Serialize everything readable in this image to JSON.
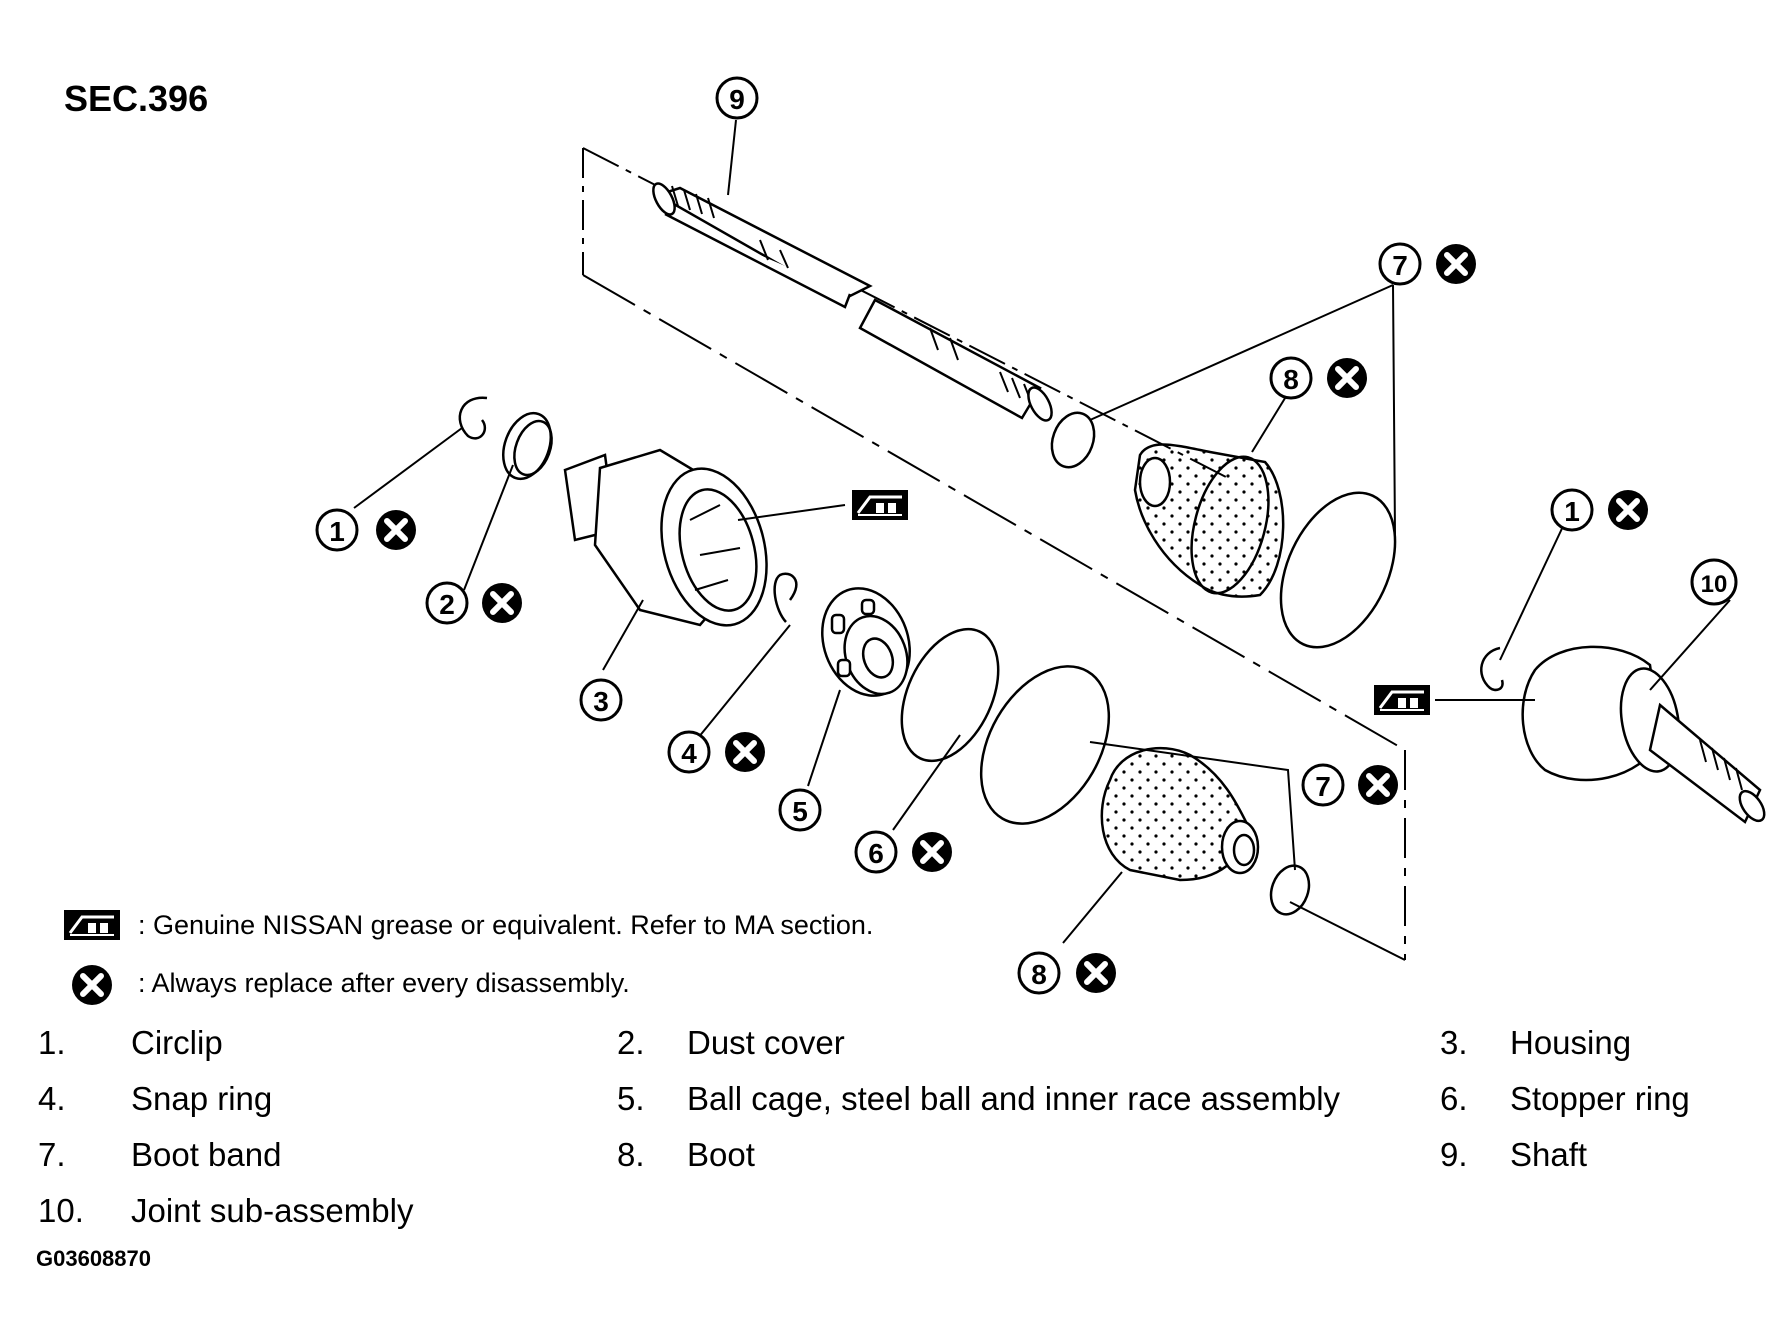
{
  "section": "SEC.396",
  "callouts": {
    "c1": "1",
    "c2": "2",
    "c3": "3",
    "c4": "4",
    "c5": "5",
    "c6": "6",
    "c7": "7",
    "c8": "8",
    "c9": "9",
    "c10": "10"
  },
  "legend": {
    "grease": ": Genuine NISSAN grease or equivalent. Refer to MA section.",
    "replace": ": Always replace after every disassembly."
  },
  "parts": [
    {
      "num": "1.",
      "name": "Circlip"
    },
    {
      "num": "2.",
      "name": "Dust cover"
    },
    {
      "num": "3.",
      "name": "Housing"
    },
    {
      "num": "4.",
      "name": "Snap ring"
    },
    {
      "num": "5.",
      "name": "Ball cage, steel ball and inner race assembly"
    },
    {
      "num": "6.",
      "name": "Stopper ring"
    },
    {
      "num": "7.",
      "name": "Boot band"
    },
    {
      "num": "8.",
      "name": "Boot"
    },
    {
      "num": "9.",
      "name": "Shaft"
    },
    {
      "num": "10.",
      "name": "Joint sub-assembly"
    }
  ],
  "figure_code": "G03608870",
  "icons": [
    "grease-icon",
    "replace-x-icon"
  ]
}
